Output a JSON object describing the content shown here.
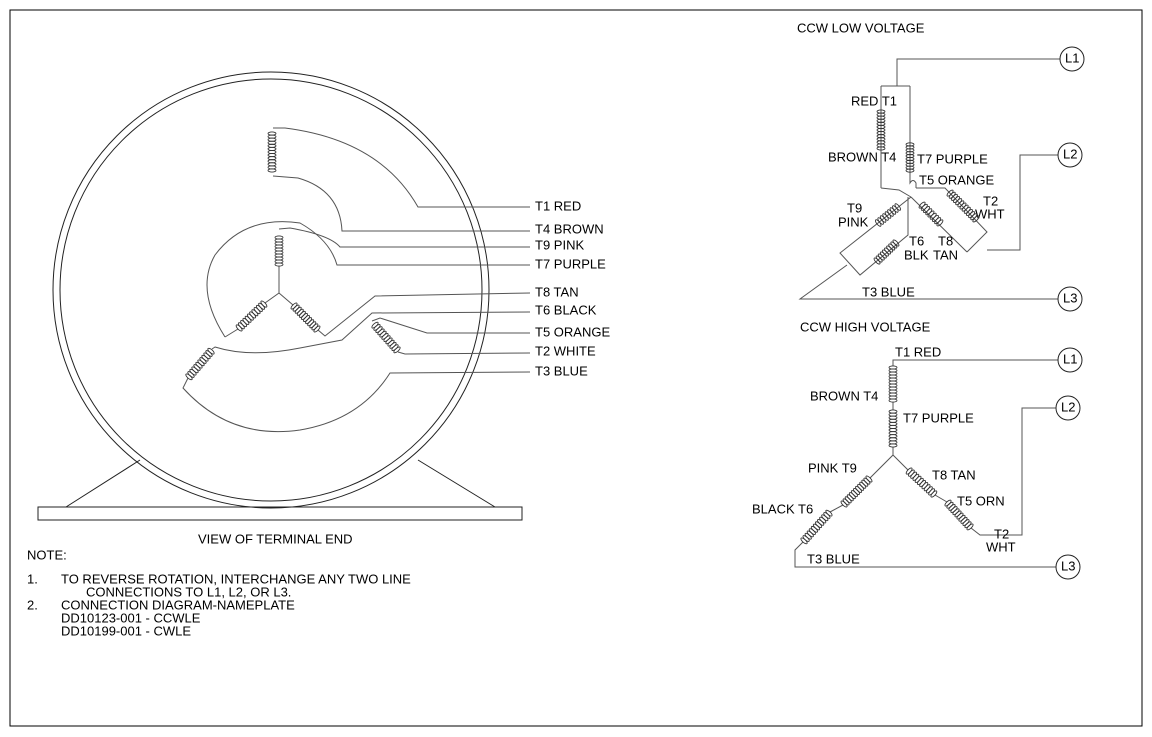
{
  "motor_view": {
    "caption": "VIEW OF TERMINAL END",
    "leads": [
      "T1 RED",
      "T4 BROWN",
      "T9 PINK",
      "T7 PURPLE",
      "T8 TAN",
      "T6 BLACK",
      "T5 ORANGE",
      "T2 WHITE",
      "T3 BLUE"
    ]
  },
  "low_voltage": {
    "title": "CCW LOW VOLTAGE",
    "lines": [
      "L1",
      "L2",
      "L3"
    ],
    "labels": {
      "red_t1": "RED T1",
      "brown_t4": "BROWN T4",
      "t7_purple": "T7 PURPLE",
      "t5_orange": "T5 ORANGE",
      "t2": "T2",
      "wht": "WHT",
      "t9": "T9",
      "pink": "PINK",
      "t6": "T6",
      "blk": "BLK",
      "t8": "T8",
      "tan": "TAN",
      "t3_blue": "T3 BLUE"
    }
  },
  "high_voltage": {
    "title": "CCW HIGH VOLTAGE",
    "lines": [
      "L1",
      "L2",
      "L3"
    ],
    "labels": {
      "t1_red": "T1 RED",
      "brown_t4": "BROWN T4",
      "t7_purple": "T7 PURPLE",
      "pink_t9": "PINK T9",
      "t8_tan": "T8 TAN",
      "t5_orn": "T5 ORN",
      "black_t6": "BLACK T6",
      "t2": "T2",
      "wht": "WHT",
      "t3_blue": "T3 BLUE"
    }
  },
  "notes": {
    "heading": "NOTE:",
    "items": [
      {
        "num": "1.",
        "lines": [
          "TO REVERSE ROTATION, INTERCHANGE ANY TWO LINE",
          "CONNECTIONS TO L1, L2, OR L3."
        ]
      },
      {
        "num": "2.",
        "lines": [
          "CONNECTION DIAGRAM-NAMEPLATE",
          "DD10123-001 - CCWLE",
          "DD10199-001 - CWLE"
        ]
      }
    ]
  }
}
